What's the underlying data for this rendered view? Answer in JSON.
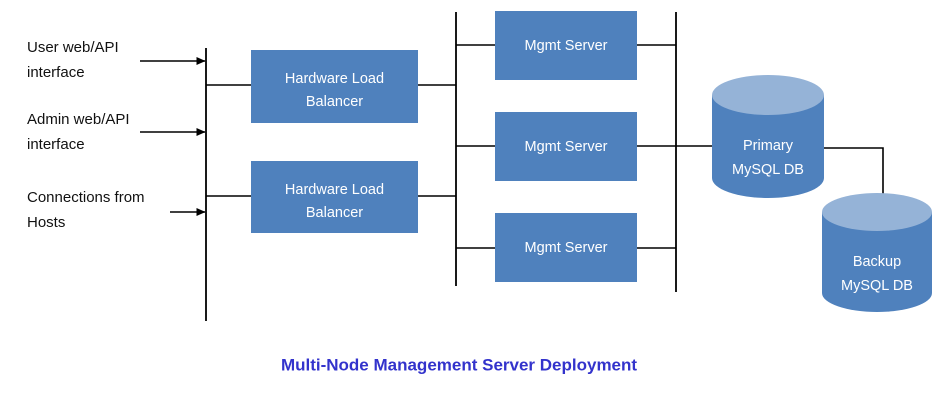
{
  "diagram": {
    "title": "Multi-Node Management Server Deployment",
    "title_color": "#3333CC",
    "background": "#ffffff",
    "node_fill": "#4F81BD",
    "cylinder_top_fill": "#95B3D7",
    "line_color": "#000000",
    "label_text_color": "#111111",
    "node_text_color": "#ffffff"
  },
  "inputs": [
    {
      "line1": "User web/API",
      "line2": "interface"
    },
    {
      "line1": "Admin web/API",
      "line2": "interface"
    },
    {
      "line1": "Connections from",
      "line2": "Hosts"
    }
  ],
  "load_balancers": [
    {
      "line1": "Hardware Load",
      "line2": "Balancer"
    },
    {
      "line1": "Hardware Load",
      "line2": "Balancer"
    }
  ],
  "mgmt_servers": [
    {
      "label": "Mgmt Server"
    },
    {
      "label": "Mgmt Server"
    },
    {
      "label": "Mgmt Server"
    }
  ],
  "databases": [
    {
      "line1": "Primary",
      "line2": "MySQL DB"
    },
    {
      "line1": "Backup",
      "line2": "MySQL DB"
    }
  ]
}
